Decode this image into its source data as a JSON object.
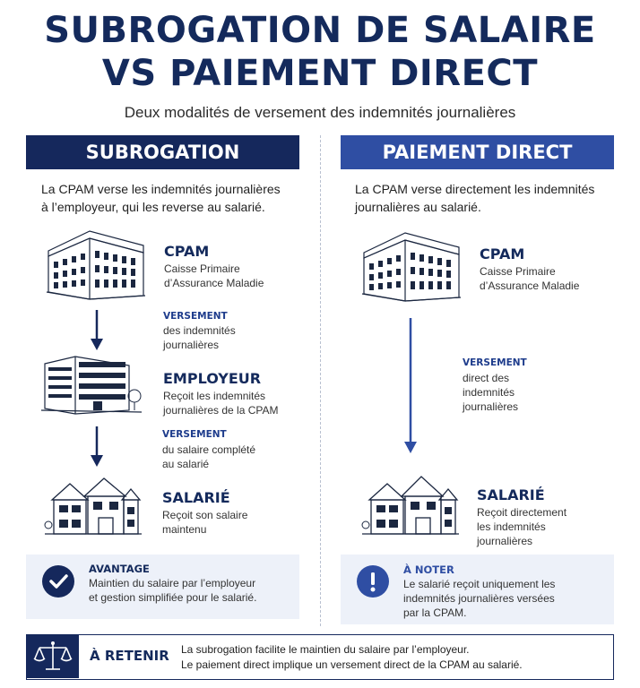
{
  "title": {
    "line1": "SUBROGATION DE SALAIRE",
    "line2": "VS PAIEMENT DIRECT"
  },
  "subtitle": "Deux modalités de versement des indemnités journalières",
  "left": {
    "header": "SUBROGATION",
    "intro_line1": "La CPAM verse les indemnités journalières",
    "intro_line2": "à l’employeur, qui les reverse au salarié.",
    "cpam": {
      "label": "CPAM",
      "desc1": "Caisse Primaire",
      "desc2": "d’Assurance Maladie",
      "icon": "government-building-icon"
    },
    "flow1": {
      "title": "VERSEMENT",
      "desc1": "des indemnités",
      "desc2": "journalières"
    },
    "employeur": {
      "label": "EMPLOYEUR",
      "desc1": "Reçoit les indemnités",
      "desc2": "journalières de la CPAM",
      "icon": "office-building-icon"
    },
    "flow2": {
      "title": "VERSEMENT",
      "desc1": "du salaire complété",
      "desc2": "au salarié"
    },
    "salarie": {
      "label": "SALARIÉ",
      "desc1": "Reçoit son salaire",
      "desc2": "maintenu",
      "icon": "house-icon"
    },
    "note": {
      "title": "AVANTAGE",
      "text1": "Maintien du salaire par l’employeur",
      "text2": "et gestion simplifiée pour le salarié.",
      "icon": "check-icon"
    }
  },
  "right": {
    "header": "PAIEMENT DIRECT",
    "intro_line1": "La CPAM verse directement les indemnités",
    "intro_line2": "journalières au salarié.",
    "cpam": {
      "label": "CPAM",
      "desc1": "Caisse Primaire",
      "desc2": "d’Assurance Maladie",
      "icon": "government-building-icon"
    },
    "flow": {
      "title": "VERSEMENT",
      "desc1": "direct des",
      "desc2": "indemnités",
      "desc3": "journalières"
    },
    "salarie": {
      "label": "SALARIÉ",
      "desc1": "Reçoit directement",
      "desc2": "les indemnités",
      "desc3": "journalières",
      "icon": "house-icon"
    },
    "note": {
      "title": "À NOTER",
      "text1": "Le salarié reçoit uniquement les",
      "text2": "indemnités journalières versées",
      "text3": "par la CPAM.",
      "icon": "exclamation-icon"
    }
  },
  "retain": {
    "title": "À RETENIR",
    "line1": "La subrogation facilite le maintien du salaire par l’employeur.",
    "line2": "Le paiement direct implique un versement direct de la CPAM au salarié.",
    "icon": "scales-icon"
  },
  "colors": {
    "navy": "#15285c",
    "blue": "#2f4ea3",
    "note_bg": "#edf1f9"
  }
}
